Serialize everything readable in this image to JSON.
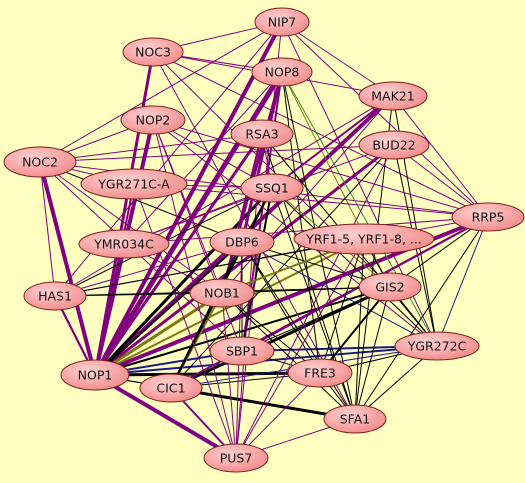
{
  "graph": {
    "background": "#ffffc0",
    "node_fill": "#f28a8a",
    "node_highlight": "#ffd0d0",
    "edge_colors": {
      "black": "#000000",
      "purple": "#800080",
      "navy": "#1a1a8c",
      "olive": "#7a7a10",
      "green": "#2f8f2f"
    },
    "nodes": [
      {
        "id": "NIP7",
        "label": "NIP7"
      },
      {
        "id": "NOC3",
        "label": "NOC3"
      },
      {
        "id": "NOP8",
        "label": "NOP8"
      },
      {
        "id": "MAK21",
        "label": "MAK21"
      },
      {
        "id": "NOP2",
        "label": "NOP2"
      },
      {
        "id": "RSA3",
        "label": "RSA3"
      },
      {
        "id": "BUD22",
        "label": "BUD22"
      },
      {
        "id": "NOC2",
        "label": "NOC2"
      },
      {
        "id": "YGR271C-A",
        "label": "YGR271C-A"
      },
      {
        "id": "SSQ1",
        "label": "SSQ1"
      },
      {
        "id": "RRP5",
        "label": "RRP5"
      },
      {
        "id": "YMR034C",
        "label": "YMR034C"
      },
      {
        "id": "DBP6",
        "label": "DBP6"
      },
      {
        "id": "YRF1",
        "label": "YRF1-5, YRF1-8, ..."
      },
      {
        "id": "GIS2",
        "label": "GIS2"
      },
      {
        "id": "HAS1",
        "label": "HAS1"
      },
      {
        "id": "NOB1",
        "label": "NOB1"
      },
      {
        "id": "YGR272C",
        "label": "YGR272C"
      },
      {
        "id": "SBP1",
        "label": "SBP1"
      },
      {
        "id": "NOP1",
        "label": "NOP1"
      },
      {
        "id": "FRE3",
        "label": "FRE3"
      },
      {
        "id": "CIC1",
        "label": "CIC1"
      },
      {
        "id": "SFA1",
        "label": "SFA1"
      },
      {
        "id": "PUS7",
        "label": "PUS7"
      }
    ],
    "edges": [
      [
        "NOP1",
        "NOC2",
        "purple",
        4
      ],
      [
        "NOP1",
        "NOP2",
        "purple",
        4
      ],
      [
        "NOP1",
        "NOC3",
        "purple",
        3
      ],
      [
        "NOP1",
        "NOP8",
        "purple",
        5
      ],
      [
        "NOP1",
        "NIP7",
        "purple",
        4
      ],
      [
        "NOP1",
        "RSA3",
        "purple",
        3
      ],
      [
        "NOP1",
        "MAK21",
        "purple",
        4
      ],
      [
        "NOP1",
        "BUD22",
        "purple",
        3
      ],
      [
        "NOP1",
        "RRP5",
        "purple",
        4
      ],
      [
        "NOP1",
        "PUS7",
        "purple",
        4
      ],
      [
        "NOP1",
        "HAS1",
        "purple",
        2
      ],
      [
        "NOP1",
        "YMR034C",
        "purple",
        2
      ],
      [
        "NOP1",
        "SSQ1",
        "black",
        3
      ],
      [
        "NOP1",
        "DBP6",
        "black",
        2
      ],
      [
        "NOP1",
        "NOB1",
        "olive",
        3
      ],
      [
        "NOP1",
        "GIS2",
        "black",
        2
      ],
      [
        "NOP1",
        "YGR272C",
        "navy",
        2
      ],
      [
        "NOP1",
        "SBP1",
        "navy",
        2
      ],
      [
        "NOP1",
        "FRE3",
        "black",
        3
      ],
      [
        "NOP1",
        "SFA1",
        "black",
        1
      ],
      [
        "NOP1",
        "CIC1",
        "black",
        1
      ],
      [
        "NOP1",
        "YGR271C-A",
        "purple",
        2
      ],
      [
        "NOP1",
        "YRF1",
        "olive",
        2
      ],
      [
        "CIC1",
        "SFA1",
        "black",
        3
      ],
      [
        "CIC1",
        "GIS2",
        "black",
        3
      ],
      [
        "CIC1",
        "FRE3",
        "black",
        1
      ],
      [
        "CIC1",
        "PUS7",
        "purple",
        2
      ],
      [
        "CIC1",
        "YGR272C",
        "navy",
        1
      ],
      [
        "CIC1",
        "NOB1",
        "olive",
        2
      ],
      [
        "SBP1",
        "YGR272C",
        "navy",
        2
      ],
      [
        "SBP1",
        "FRE3",
        "black",
        1
      ],
      [
        "SBP1",
        "GIS2",
        "black",
        1
      ],
      [
        "SBP1",
        "NOP8",
        "purple",
        2
      ],
      [
        "SBP1",
        "SSQ1",
        "black",
        2
      ],
      [
        "SBP1",
        "DBP6",
        "black",
        1
      ],
      [
        "HAS1",
        "NOP1",
        "purple",
        2
      ],
      [
        "HAS1",
        "NOB1",
        "black",
        1
      ],
      [
        "HAS1",
        "DBP6",
        "purple",
        1
      ],
      [
        "HAS1",
        "GIS2",
        "black",
        1
      ],
      [
        "HAS1",
        "RRP5",
        "purple",
        1
      ],
      [
        "HAS1",
        "NOC2",
        "purple",
        1
      ],
      [
        "NOC2",
        "YGR271C-A",
        "purple",
        1
      ],
      [
        "NOC2",
        "NOP2",
        "purple",
        1
      ],
      [
        "NOC2",
        "RRP5",
        "purple",
        1
      ],
      [
        "NOC2",
        "DBP6",
        "black",
        1
      ],
      [
        "NOC2",
        "NOB1",
        "purple",
        1
      ],
      [
        "NOC2",
        "SBP1",
        "purple",
        1
      ],
      [
        "NOC3",
        "NIP7",
        "purple",
        1
      ],
      [
        "NOC3",
        "NOP8",
        "purple",
        1
      ],
      [
        "NOC3",
        "MAK21",
        "purple",
        1
      ],
      [
        "NOC3",
        "RRP5",
        "purple",
        1
      ],
      [
        "NOC3",
        "GIS2",
        "purple",
        1
      ],
      [
        "NOC3",
        "SFA1",
        "purple",
        1
      ],
      [
        "NIP7",
        "MAK21",
        "purple",
        1
      ],
      [
        "NIP7",
        "RRP5",
        "purple",
        1
      ],
      [
        "NIP7",
        "PUS7",
        "purple",
        1
      ],
      [
        "NIP7",
        "YGR272C",
        "purple",
        1
      ],
      [
        "NIP7",
        "HAS1",
        "purple",
        1
      ],
      [
        "NIP7",
        "NOC2",
        "purple",
        1
      ],
      [
        "NOP8",
        "SFA1",
        "black",
        1
      ],
      [
        "NOP8",
        "YGR272C",
        "green",
        1
      ],
      [
        "NOP8",
        "FRE3",
        "black",
        1
      ],
      [
        "NOP8",
        "GIS2",
        "olive",
        1
      ],
      [
        "NOP8",
        "NOB1",
        "purple",
        3
      ],
      [
        "NOP8",
        "DBP6",
        "purple",
        3
      ],
      [
        "MAK21",
        "RRP5",
        "purple",
        1
      ],
      [
        "MAK21",
        "SSQ1",
        "purple",
        2
      ],
      [
        "MAK21",
        "YGR272C",
        "black",
        1
      ],
      [
        "MAK21",
        "SFA1",
        "black",
        1
      ],
      [
        "MAK21",
        "HAS1",
        "purple",
        1
      ],
      [
        "MAK21",
        "NOB1",
        "purple",
        1
      ],
      [
        "BUD22",
        "RRP5",
        "purple",
        1
      ],
      [
        "BUD22",
        "CIC1",
        "black",
        1
      ],
      [
        "BUD22",
        "PUS7",
        "purple",
        1
      ],
      [
        "BUD22",
        "YGR272C",
        "black",
        1
      ],
      [
        "BUD22",
        "YMR034C",
        "purple",
        1
      ],
      [
        "BUD22",
        "NOC2",
        "purple",
        1
      ],
      [
        "RRP5",
        "YGR272C",
        "navy",
        1
      ],
      [
        "RRP5",
        "SFA1",
        "black",
        1
      ],
      [
        "RRP5",
        "CIC1",
        "purple",
        2
      ],
      [
        "RRP5",
        "GIS2",
        "black",
        1
      ],
      [
        "RRP5",
        "YMR034C",
        "purple",
        1
      ],
      [
        "RRP5",
        "SBP1",
        "purple",
        2
      ],
      [
        "RSA3",
        "NOB1",
        "purple",
        2
      ],
      [
        "RSA3",
        "SSQ1",
        "purple",
        1
      ],
      [
        "RSA3",
        "PUS7",
        "purple",
        1
      ],
      [
        "RSA3",
        "SFA1",
        "black",
        1
      ],
      [
        "RSA3",
        "YGR272C",
        "black",
        1
      ],
      [
        "RSA3",
        "NOC2",
        "purple",
        1
      ],
      [
        "SSQ1",
        "DBP6",
        "black",
        1
      ],
      [
        "SSQ1",
        "GIS2",
        "olive",
        1
      ],
      [
        "SSQ1",
        "SFA1",
        "black",
        1
      ],
      [
        "SSQ1",
        "CIC1",
        "black",
        2
      ],
      [
        "SSQ1",
        "HAS1",
        "black",
        1
      ],
      [
        "SSQ1",
        "YGR272C",
        "black",
        1
      ],
      [
        "DBP6",
        "SFA1",
        "black",
        1
      ],
      [
        "DBP6",
        "FRE3",
        "black",
        1
      ],
      [
        "DBP6",
        "YGR272C",
        "navy",
        1
      ],
      [
        "DBP6",
        "PUS7",
        "purple",
        1
      ],
      [
        "DBP6",
        "GIS2",
        "black",
        1
      ],
      [
        "DBP6",
        "CIC1",
        "black",
        2
      ],
      [
        "YRF1",
        "SFA1",
        "black",
        1
      ],
      [
        "YRF1",
        "GIS2",
        "black",
        1
      ],
      [
        "YRF1",
        "HAS1",
        "black",
        1
      ],
      [
        "YRF1",
        "NOB1",
        "olive",
        2
      ],
      [
        "YRF1",
        "FRE3",
        "black",
        1
      ],
      [
        "YRF1",
        "PUS7",
        "purple",
        1
      ],
      [
        "GIS2",
        "YGR272C",
        "black",
        1
      ],
      [
        "GIS2",
        "SFA1",
        "black",
        1
      ],
      [
        "GIS2",
        "FRE3",
        "black",
        2
      ],
      [
        "GIS2",
        "NOB1",
        "black",
        1
      ],
      [
        "NOB1",
        "PUS7",
        "purple",
        1
      ],
      [
        "NOB1",
        "SFA1",
        "black",
        1
      ],
      [
        "NOB1",
        "FRE3",
        "black",
        1
      ],
      [
        "FRE3",
        "SFA1",
        "black",
        1
      ],
      [
        "FRE3",
        "YGR272C",
        "black",
        1
      ],
      [
        "FRE3",
        "PUS7",
        "purple",
        1
      ],
      [
        "SFA1",
        "YGR272C",
        "black",
        1
      ],
      [
        "PUS7",
        "SFA1",
        "purple",
        1
      ],
      [
        "YMR034C",
        "NOB1",
        "purple",
        1
      ],
      [
        "YMR034C",
        "SSQ1",
        "purple",
        1
      ],
      [
        "YMR034C",
        "NOP8",
        "purple",
        1
      ],
      [
        "YGR271C-A",
        "SSQ1",
        "purple",
        1
      ],
      [
        "YGR271C-A",
        "RRP5",
        "purple",
        1
      ],
      [
        "YGR271C-A",
        "PUS7",
        "purple",
        1
      ],
      [
        "NOP2",
        "SSQ1",
        "purple",
        1
      ],
      [
        "NOP2",
        "PUS7",
        "purple",
        1
      ],
      [
        "NOP2",
        "RRP5",
        "purple",
        1
      ],
      [
        "NOP2",
        "NOB1",
        "purple",
        1
      ],
      [
        "NOP2",
        "SBP1",
        "purple",
        1
      ],
      [
        "NOP2",
        "YGR272C",
        "purple",
        1
      ]
    ]
  }
}
